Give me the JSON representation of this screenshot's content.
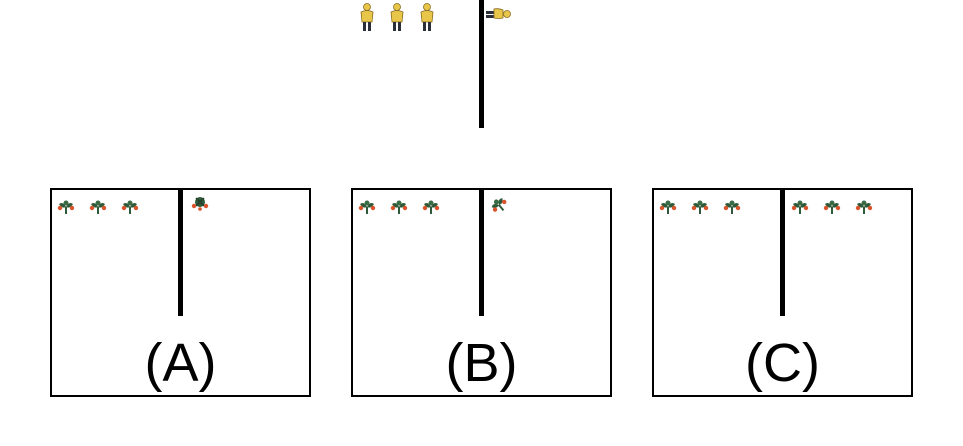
{
  "prompt": {
    "left_figure": "person-standing-icon",
    "left_count": 3,
    "right_figure": "person-lying-icon",
    "right_count": 1
  },
  "options": [
    {
      "label": "(A)",
      "left_figure": "flower-icon",
      "left_count": 3,
      "right_figure": "flower-wilted-icon",
      "right_count": 1
    },
    {
      "label": "(B)",
      "left_figure": "flower-icon",
      "left_count": 3,
      "right_figure": "flower-tilted-icon",
      "right_count": 1
    },
    {
      "label": "(C)",
      "left_figure": "flower-icon",
      "left_count": 3,
      "right_figure": "flower-icon",
      "right_count": 3
    }
  ],
  "colors": {
    "person_body": "#e8c64a",
    "person_legs": "#2a2f3a",
    "flower_leaf": "#2f5a3a",
    "flower_petal": "#d9532b",
    "line": "#000000"
  }
}
